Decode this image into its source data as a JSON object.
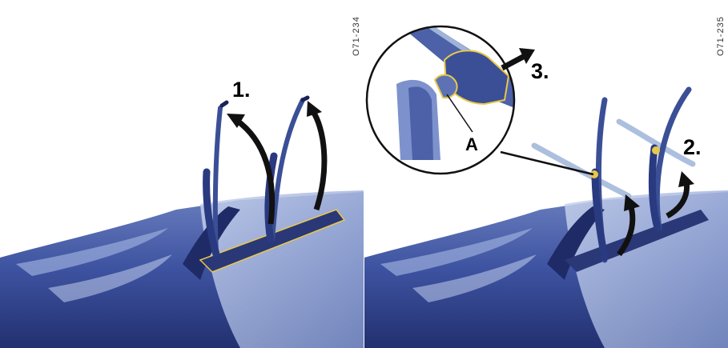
{
  "figures": [
    {
      "figure_code": "O71-234",
      "step_labels": [
        "1."
      ]
    },
    {
      "figure_code": "O71-235",
      "step_labels": [
        "2.",
        "3."
      ],
      "callout_letter": "A"
    }
  ],
  "colors": {
    "car_body_dark": "#2e3f86",
    "car_body_mid": "#5d72b4",
    "car_body_light": "#b6c3e3",
    "wiper_arm": "#3b4f96",
    "arrow": "#111111",
    "highlight_outline": "#e8c84a",
    "ghost_wiper": "#9fb4d8"
  }
}
